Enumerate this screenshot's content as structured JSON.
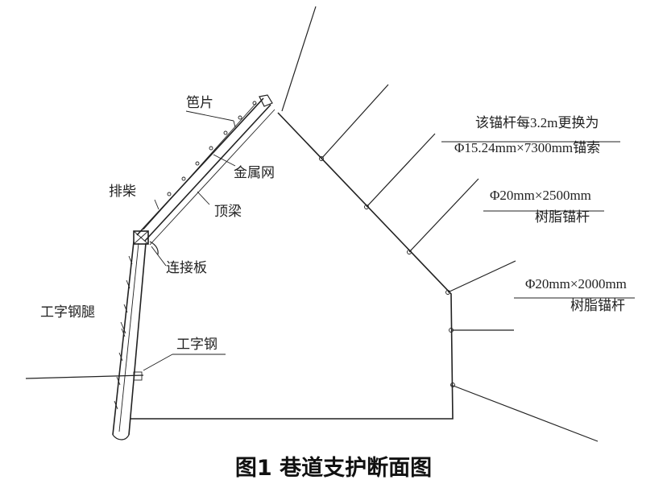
{
  "labels": {
    "bamboo_mat": "笆片",
    "metal_mesh": "金属网",
    "firewood_row": "排柴",
    "top_beam": "顶梁",
    "connecting_plate": "连接板",
    "i_beam_leg": "工字钢腿",
    "i_beam": "工字钢",
    "cable_note_line1": "该锚杆每3.2m更换为",
    "cable_note_line2": "Φ15.24mm×7300mm锚索",
    "bolt_2500_line1": "Φ20mm×2500mm",
    "bolt_2500_line2": "树脂锚杆",
    "bolt_2000_line1": "Φ20mm×2000mm",
    "bolt_2000_line2": "树脂锚杆"
  },
  "caption": "图1 巷道支护断面图"
}
